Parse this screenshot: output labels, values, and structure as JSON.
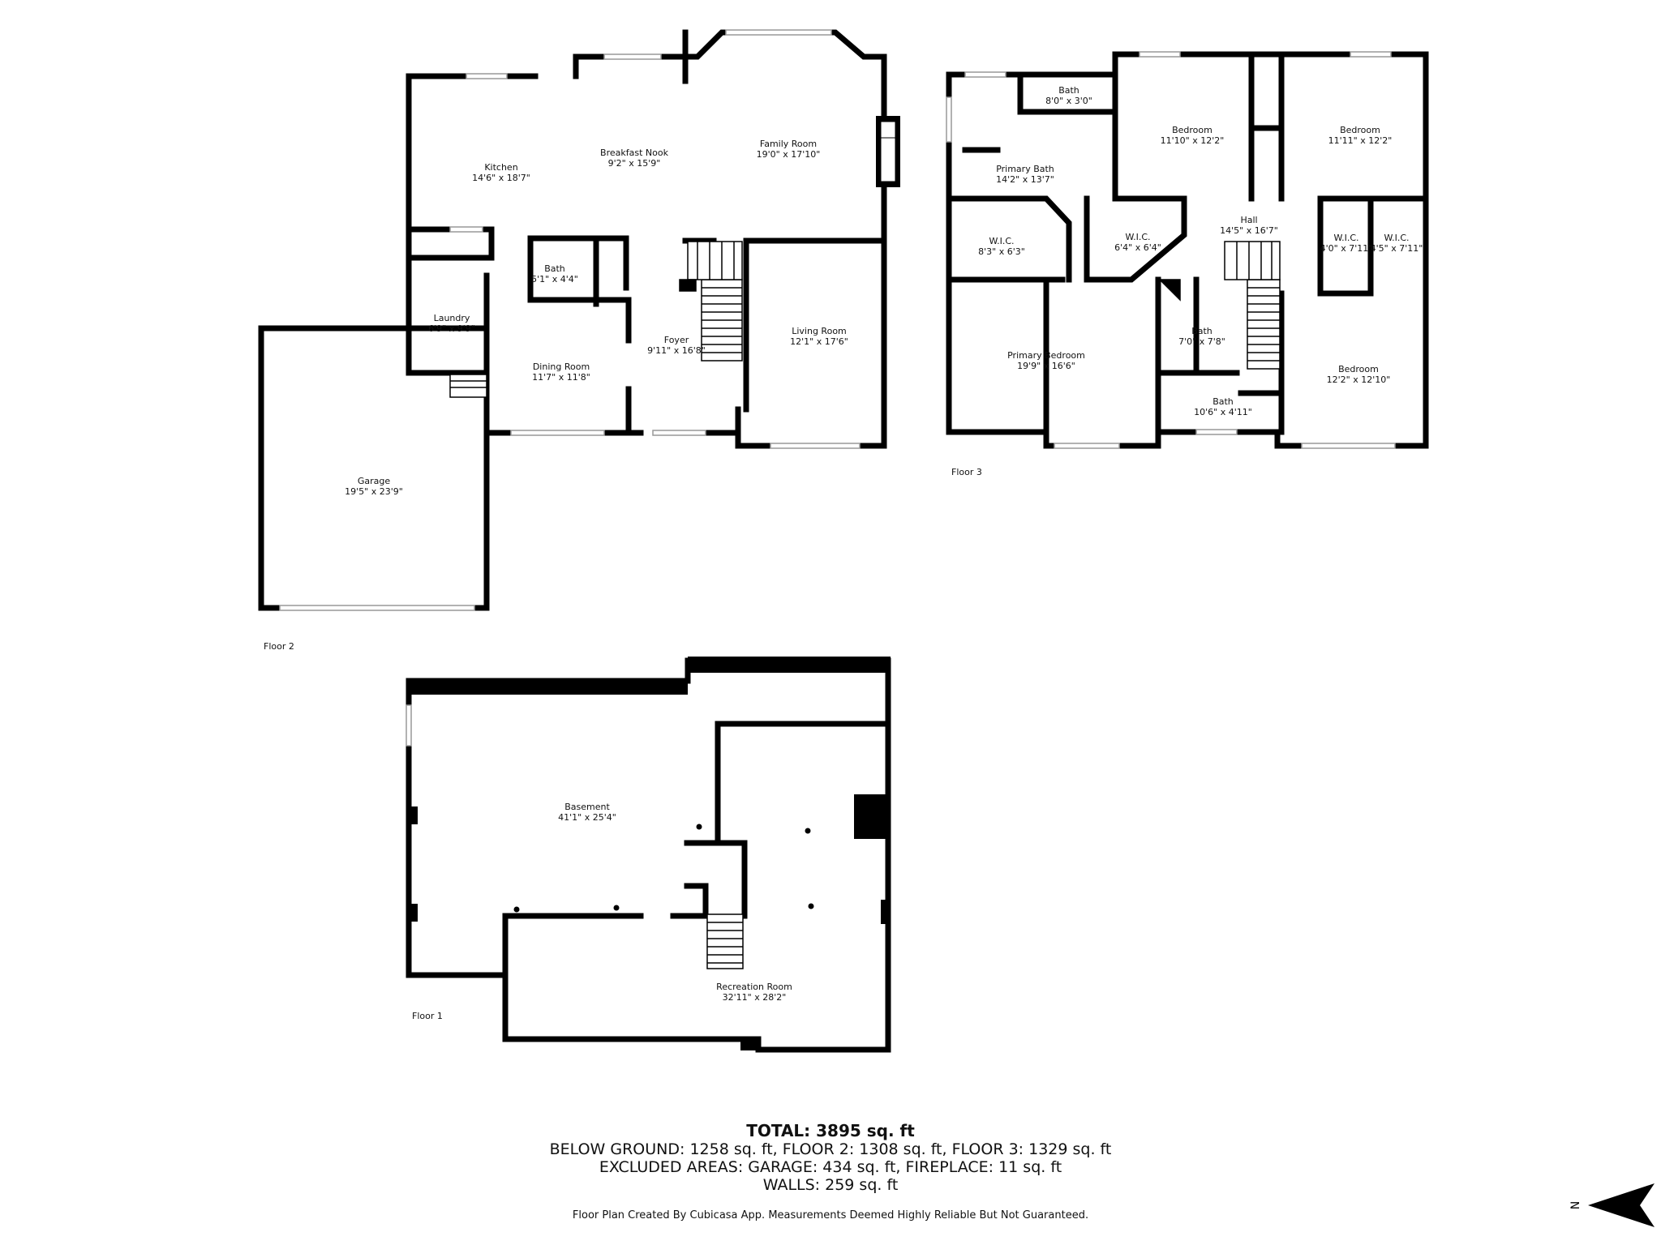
{
  "floors": [
    {
      "label": "Floor 2",
      "rooms": [
        {
          "name": "Kitchen",
          "dims": "14'6\" x 18'7\""
        },
        {
          "name": "Breakfast Nook",
          "dims": "9'2\" x 15'9\""
        },
        {
          "name": "Family Room",
          "dims": "19'0\" x 17'10\""
        },
        {
          "name": "Bath",
          "dims": "5'1\" x 4'4\""
        },
        {
          "name": "Laundry",
          "dims": "6'9\" x 9'9\""
        },
        {
          "name": "Dining Room",
          "dims": "11'7\" x 11'8\""
        },
        {
          "name": "Foyer",
          "dims": "9'11\" x 16'8\""
        },
        {
          "name": "Living Room",
          "dims": "12'1\" x 17'6\""
        },
        {
          "name": "Garage",
          "dims": "19'5\" x 23'9\""
        }
      ]
    },
    {
      "label": "Floor 3",
      "rooms": [
        {
          "name": "Bath",
          "dims": "8'0\" x 3'0\""
        },
        {
          "name": "Bedroom",
          "dims": "11'10\" x 12'2\""
        },
        {
          "name": "Bedroom",
          "dims": "11'11\" x 12'2\""
        },
        {
          "name": "Primary Bath",
          "dims": "14'2\" x 13'7\""
        },
        {
          "name": "Hall",
          "dims": "14'5\" x 16'7\""
        },
        {
          "name": "W.I.C.",
          "dims": "8'3\" x 6'3\""
        },
        {
          "name": "W.I.C.",
          "dims": "6'4\" x 6'4\""
        },
        {
          "name": "W.I.C.",
          "dims": "4'0\" x 7'11\""
        },
        {
          "name": "W.I.C.",
          "dims": "4'5\" x 7'11\""
        },
        {
          "name": "Primary Bedroom",
          "dims": "19'9\" x 16'6\""
        },
        {
          "name": "Bath",
          "dims": "7'0\" x 7'8\""
        },
        {
          "name": "Bath",
          "dims": "10'6\" x 4'11\""
        },
        {
          "name": "Bedroom",
          "dims": "12'2\" x 12'10\""
        }
      ]
    },
    {
      "label": "Floor 1",
      "rooms": [
        {
          "name": "Basement",
          "dims": "41'1\" x 25'4\""
        },
        {
          "name": "Recreation Room",
          "dims": "32'11\" x 28'2\""
        }
      ]
    }
  ],
  "summary": {
    "total": "TOTAL: 3895 sq. ft",
    "line1": "BELOW GROUND: 1258 sq. ft, FLOOR 2: 1308 sq. ft, FLOOR 3: 1329 sq. ft",
    "line2": "EXCLUDED AREAS: GARAGE: 434 sq. ft, FIREPLACE: 11 sq. ft",
    "line3": "WALLS: 259 sq. ft"
  },
  "disclaimer": "Floor Plan Created By Cubicasa App. Measurements Deemed Highly Reliable But Not Guaranteed.",
  "compass": {
    "letter": "N"
  },
  "colors": {
    "wall": "#000000",
    "window": "#bbbbbb"
  }
}
